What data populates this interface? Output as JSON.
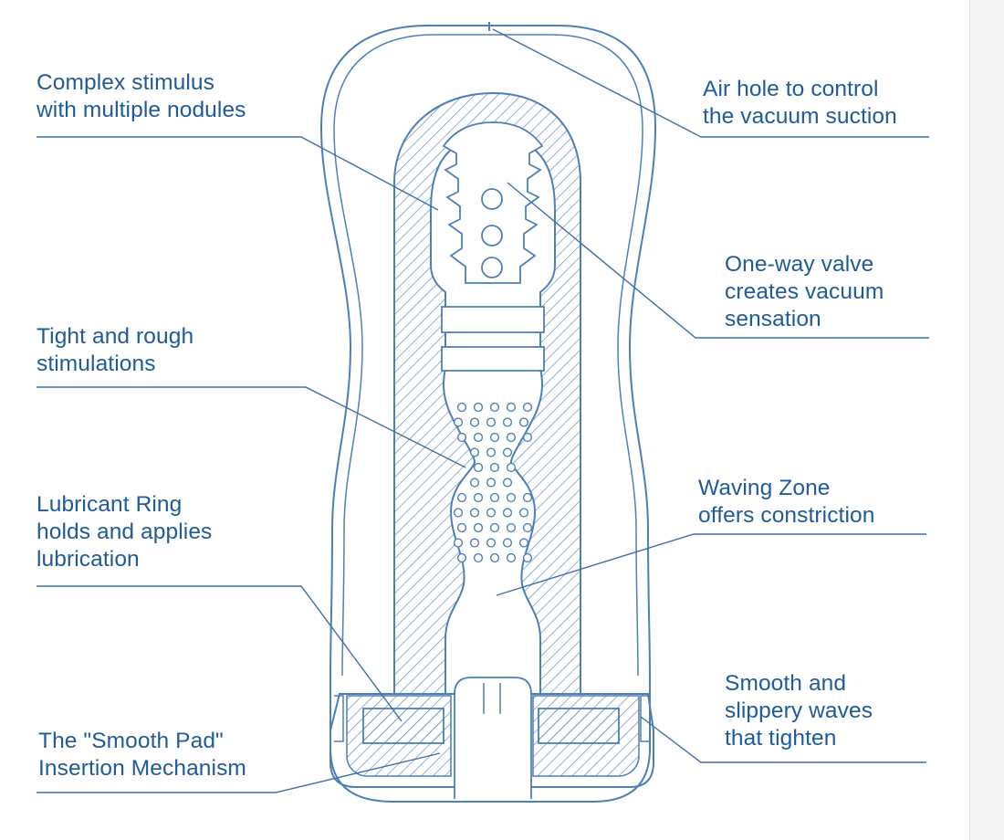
{
  "palette": {
    "ink": "#1f5a9a",
    "line": "#4d7fb8",
    "background": "#ffffff"
  },
  "callouts": {
    "nodules": {
      "lines": [
        "Complex stimulus",
        "with multiple nodules"
      ]
    },
    "air_hole": {
      "lines": [
        "Air hole to control",
        "the vacuum suction"
      ]
    },
    "valve": {
      "lines": [
        "One-way valve",
        "creates vacuum",
        "sensation"
      ]
    },
    "tight": {
      "lines": [
        "Tight and rough",
        "stimulations"
      ]
    },
    "waving": {
      "lines": [
        "Waving Zone",
        "offers constriction"
      ]
    },
    "ring": {
      "lines": [
        "Lubricant Ring",
        "holds and applies",
        "lubrication"
      ]
    },
    "waves": {
      "lines": [
        "Smooth and",
        "slippery waves",
        "that tighten"
      ]
    },
    "pad": {
      "lines": [
        "The \"Smooth Pad\"",
        "Insertion Mechanism"
      ]
    }
  }
}
